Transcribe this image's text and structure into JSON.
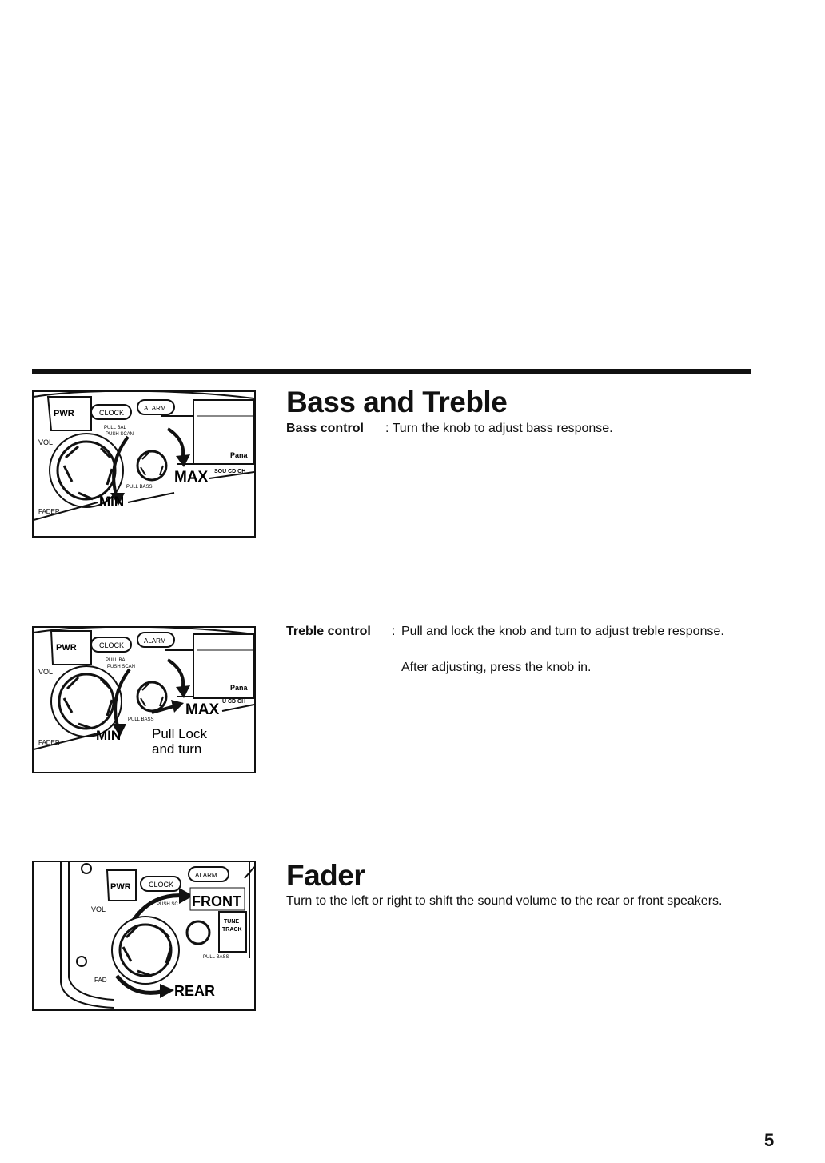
{
  "bass_treble": {
    "heading": "Bass and Treble",
    "bass": {
      "term": "Bass control",
      "colon": ":",
      "description": "Turn the knob to adjust bass response."
    },
    "treble": {
      "term": "Treble control",
      "colon": ":",
      "description": "Pull and lock the knob and turn to adjust treble response.",
      "note": "After adjusting, press the knob in."
    }
  },
  "fader": {
    "heading": "Fader",
    "description": "Turn to the left or right to shift the sound volume to the rear or front speakers."
  },
  "figures": {
    "bass": {
      "btn_pwr": "PWR",
      "btn_clock": "CLOCK",
      "btn_alarm": "ALARM",
      "vol": "VOL",
      "fader": "FADER",
      "pull_bal": "PULL BAL",
      "push_scan": "PUSH SCAN",
      "pull_bass": "PULL BASS",
      "min": "MIN",
      "max": "MAX",
      "brand": "Pana",
      "sou_cd": "SOU CD CH"
    },
    "treble": {
      "btn_pwr": "PWR",
      "btn_clock": "CLOCK",
      "btn_alarm": "ALARM",
      "vol": "VOL",
      "fader": "FADER",
      "pull_bal": "PULL BAL",
      "push_scan": "PUSH SCAN",
      "pull_bass": "PULL BASS",
      "min": "MIN",
      "max": "MAX",
      "brand": "Pana",
      "cd_ch": "U CD CH",
      "pull_lock": "Pull Lock",
      "and_turn": "and turn"
    },
    "fader": {
      "btn_pwr": "PWR",
      "btn_clock": "CLOCK",
      "btn_alarm": "ALARM",
      "vol": "VOL",
      "fader": "FAD",
      "push_scan": "PUSH SC",
      "front": "FRONT",
      "rear": "REAR",
      "tune": "TUNE",
      "track": "TRACK",
      "pull_bass": "PULL BASS"
    }
  },
  "page_number": "5"
}
